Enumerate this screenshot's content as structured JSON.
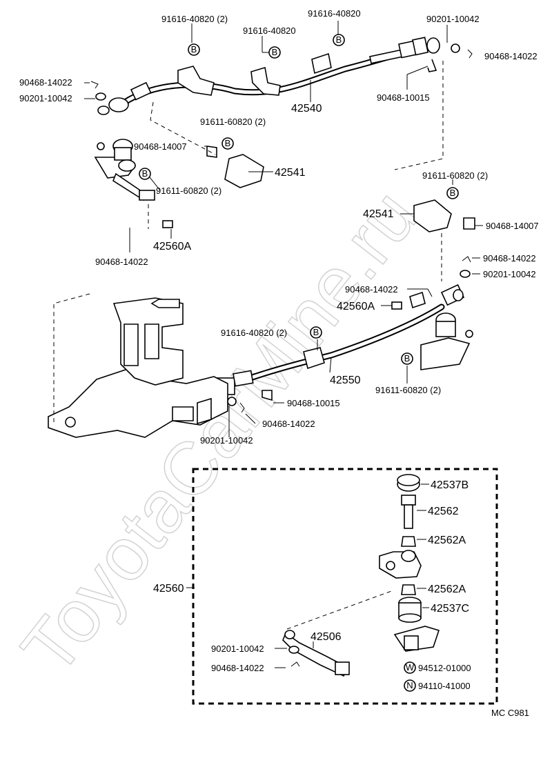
{
  "watermark": "ToyotaCarMine.ru",
  "code": "MC  C981",
  "markers": {
    "b": "B",
    "w": "W",
    "n": "N"
  },
  "labels": {
    "l_91616_2a": "91616-40820 (2)",
    "l_91616_a": "91616-40820",
    "l_91616_b": "91616-40820",
    "l_90201_a": "90201-10042",
    "l_90468_14022_a": "90468-14022",
    "l_90468_14022_b": "90468-14022",
    "l_90201_b": "90201-10042",
    "l_42540": "42540",
    "l_90468_10015_a": "90468-10015",
    "l_91611_2a": "91611-60820 (2)",
    "l_90468_14007_a": "90468-14007",
    "l_42541_a": "42541",
    "l_91611_2b": "91611-60820 (2)",
    "l_42560A_a": "42560A",
    "l_90468_14022_c": "90468-14022",
    "l_91611_2c": "91611-60820 (2)",
    "l_42541_b": "42541",
    "l_90468_14007_b": "90468-14007",
    "l_90468_14022_d": "90468-14022",
    "l_90201_c": "90201-10042",
    "l_90468_14022_e": "90468-14022",
    "l_42560A_b": "42560A",
    "l_91616_2b": "91616-40820 (2)",
    "l_42550": "42550",
    "l_91611_2d": "91611-60820 (2)",
    "l_90468_10015_b": "90468-10015",
    "l_90468_14022_f": "90468-14022",
    "l_90201_d": "90201-10042",
    "l_42537B": "42537B",
    "l_42562": "42562",
    "l_42562A_a": "42562A",
    "l_42560": "42560",
    "l_42562A_b": "42562A",
    "l_42537C": "42537C",
    "l_42506": "42506",
    "l_90201_e": "90201-10042",
    "l_90468_14022_g": "90468-14022",
    "l_94512": "94512-01000",
    "l_94110": "94110-41000"
  }
}
